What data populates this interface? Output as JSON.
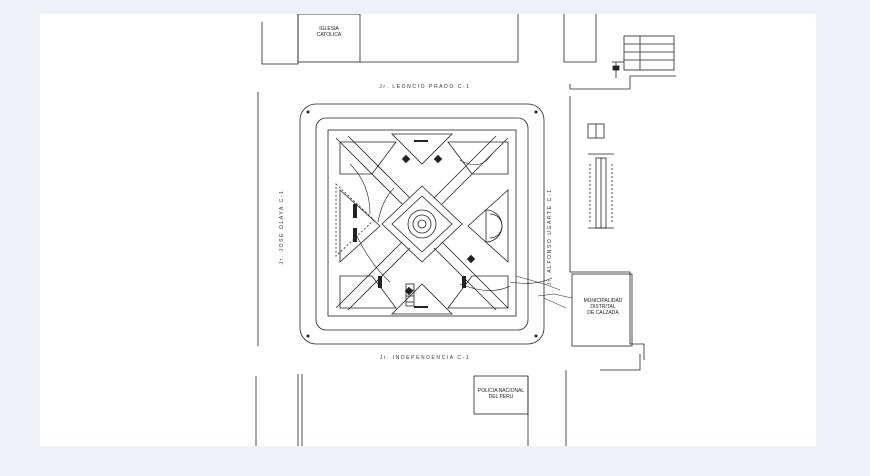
{
  "labels": {
    "church": [
      "IGLESIA",
      "CATOLICA"
    ],
    "street_top": "Jr. LEONCIO PRADO C-1",
    "street_bottom": "Jr. INDEPENDENCIA C-1",
    "street_left": "Jr. JOSE OLAYA C-1",
    "street_right": "Jr. ALFONSO UGARTE C-1",
    "municipality": [
      "MUNICIPALIDAD",
      "DISTRITAL",
      "DE CALZADA"
    ],
    "police": [
      "POLICIA NACIONAL",
      "DEL PERU"
    ]
  },
  "colors": {
    "background": "#eef1f8",
    "sheet": "#ffffff",
    "line": "#222222"
  }
}
